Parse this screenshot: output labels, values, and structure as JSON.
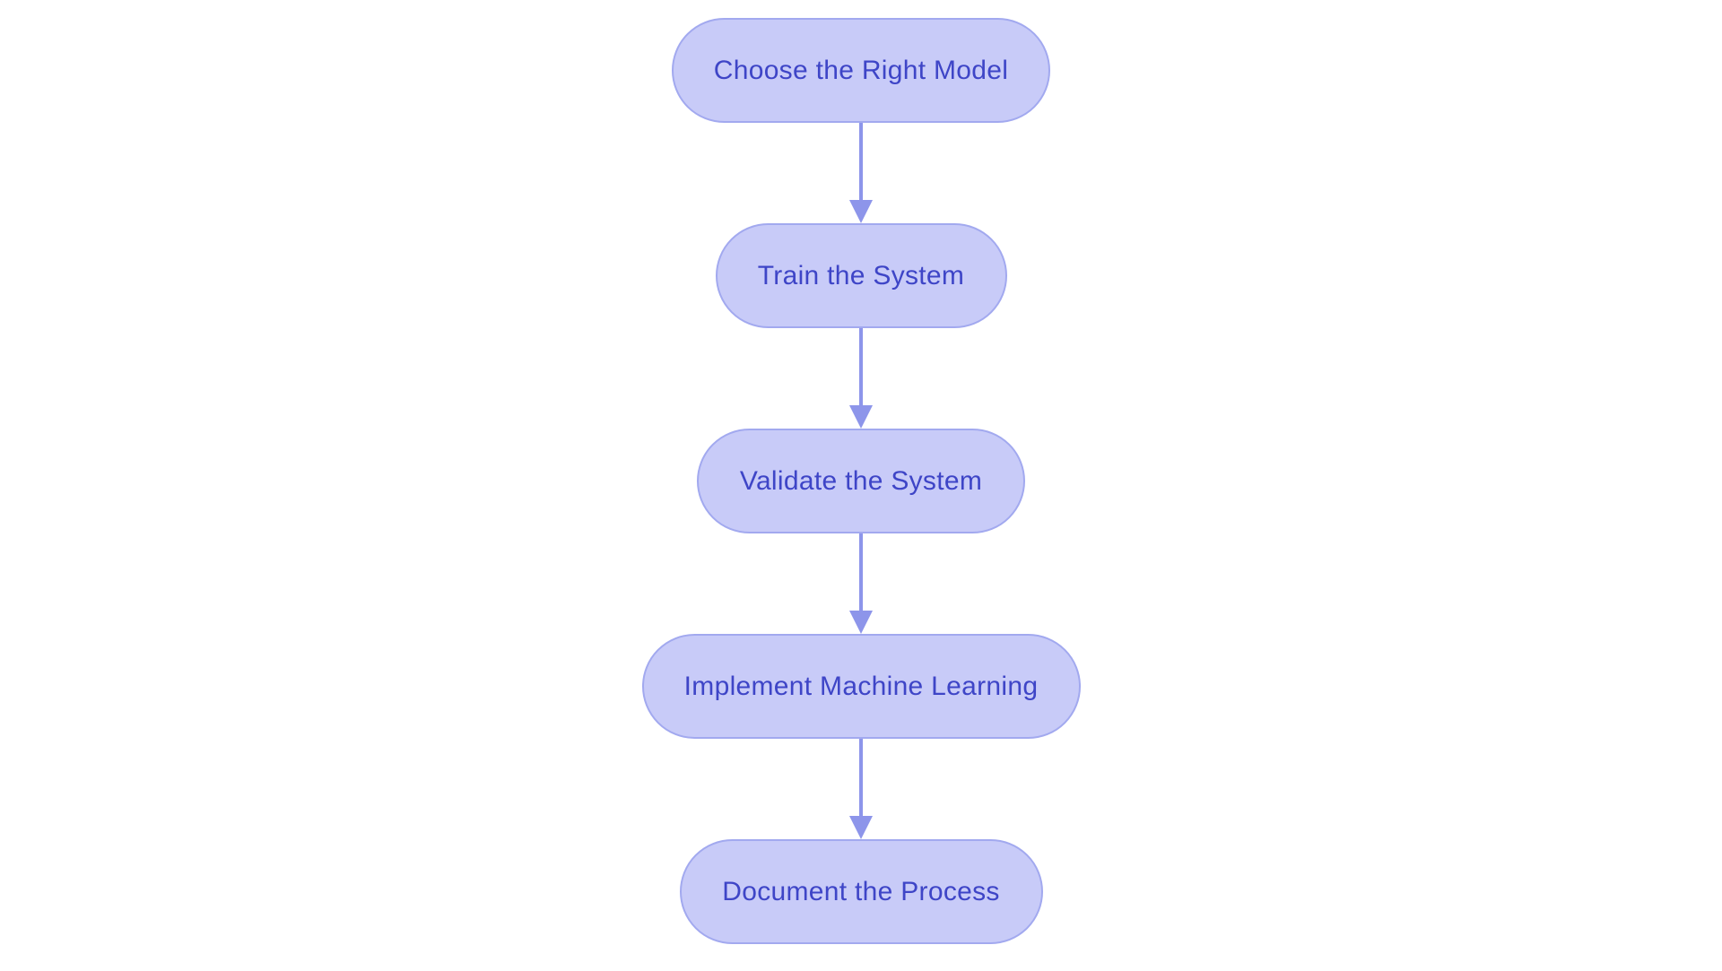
{
  "diagram": {
    "type": "flowchart",
    "direction": "top-down",
    "nodes": [
      {
        "id": "choose-the-right-model",
        "label": "Choose the Right Model"
      },
      {
        "id": "train-the-system",
        "label": "Train the System"
      },
      {
        "id": "validate-the-system",
        "label": "Validate the System"
      },
      {
        "id": "implement-machine-learning",
        "label": "Implement Machine Learning"
      },
      {
        "id": "document-the-process",
        "label": "Document the Process"
      }
    ],
    "connections": [
      {
        "from": "choose-the-right-model",
        "to": "train-the-system"
      },
      {
        "from": "train-the-system",
        "to": "validate-the-system"
      },
      {
        "from": "validate-the-system",
        "to": "implement-machine-learning"
      },
      {
        "from": "implement-machine-learning",
        "to": "document-the-process"
      }
    ],
    "colors": {
      "background": "#ffffff",
      "node_fill": "#c8cbf8",
      "node_border": "#a2a9ef",
      "node_text": "#3e45c7",
      "arrow": "#8d95ea"
    }
  }
}
